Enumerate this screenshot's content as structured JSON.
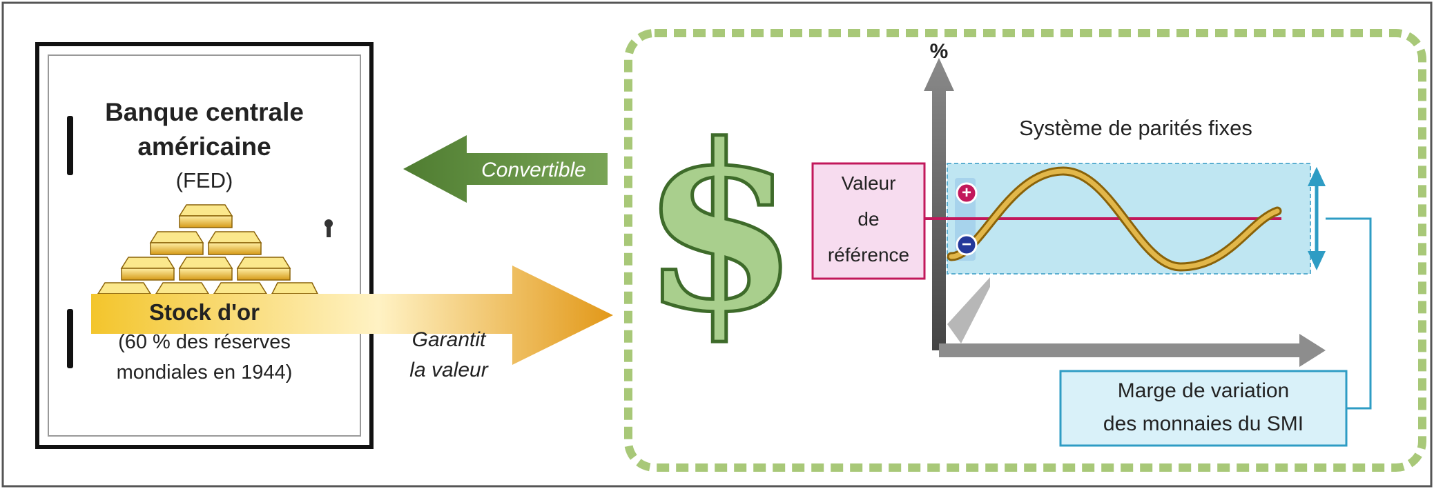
{
  "bank": {
    "title_line1": "Banque centrale",
    "title_line2": "américaine",
    "abbr": "(FED)",
    "stock_label": "Stock d'or",
    "reserves_line1": "(60 % des réserves",
    "reserves_line2": "mondiales en 1944)"
  },
  "arrows": {
    "convertible": "Convertible",
    "guarantee_line1": "Garantit",
    "guarantee_line2": "la valeur"
  },
  "dollar": {
    "symbol": "$"
  },
  "graph": {
    "y_axis_label": "%",
    "title": "Système de parités fixes",
    "plus_sign": "+",
    "minus_sign": "−"
  },
  "reference": {
    "line1": "Valeur",
    "line2": "de",
    "line3": "référence"
  },
  "margin": {
    "line1": "Marge de variation",
    "line2": "des monnaies du SMI"
  },
  "colors": {
    "green_arrow": "#5f8f3e",
    "gold": "#e0a21c",
    "band": "#bfe6f2",
    "reference_line": "#c2185b",
    "curve": "#d9a21f",
    "dashed_frame": "#a8c878",
    "margin_box_border": "#2e9cc4"
  }
}
